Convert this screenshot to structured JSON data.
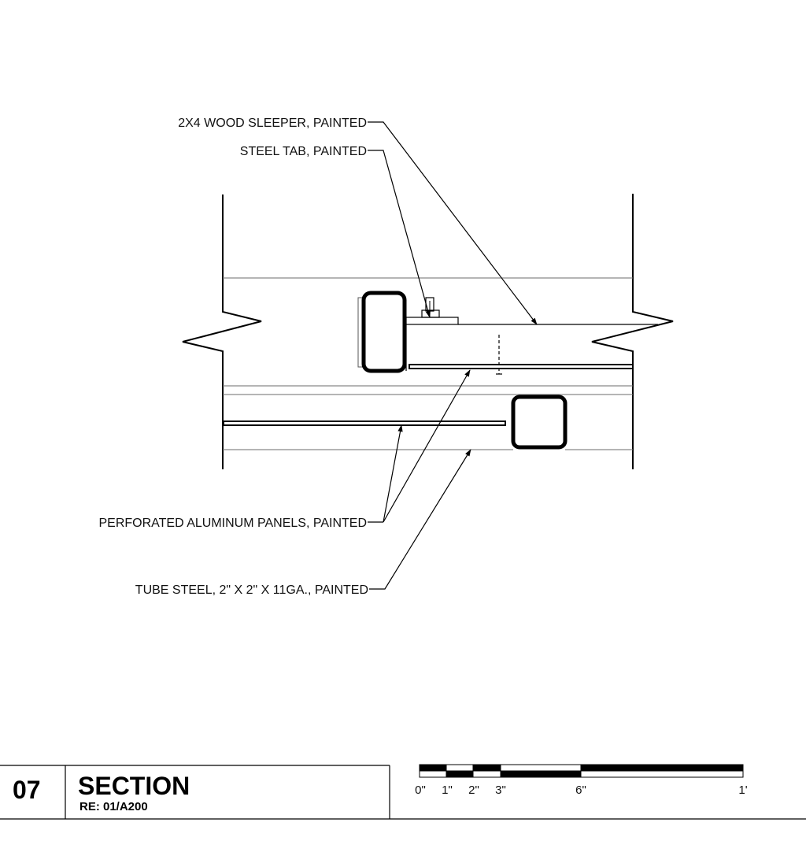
{
  "callouts": {
    "sleeper": "2X4 WOOD SLEEPER, PAINTED",
    "steel_tab": "STEEL TAB, PAINTED",
    "panels": "PERFORATED ALUMINUM PANELS, PAINTED",
    "tube_steel": "TUBE STEEL, 2\" X 2\" X  11GA., PAINTED"
  },
  "title_block": {
    "number": "07",
    "title": "SECTION",
    "reference": "RE: 01/A200"
  },
  "scale_bar": {
    "labels": [
      "0\"",
      "1\"",
      "2\"",
      "3\"",
      "6\"",
      "1'"
    ]
  },
  "colors": {
    "ink": "#000000",
    "light_line": "#6b6b6b",
    "background": "#ffffff"
  }
}
